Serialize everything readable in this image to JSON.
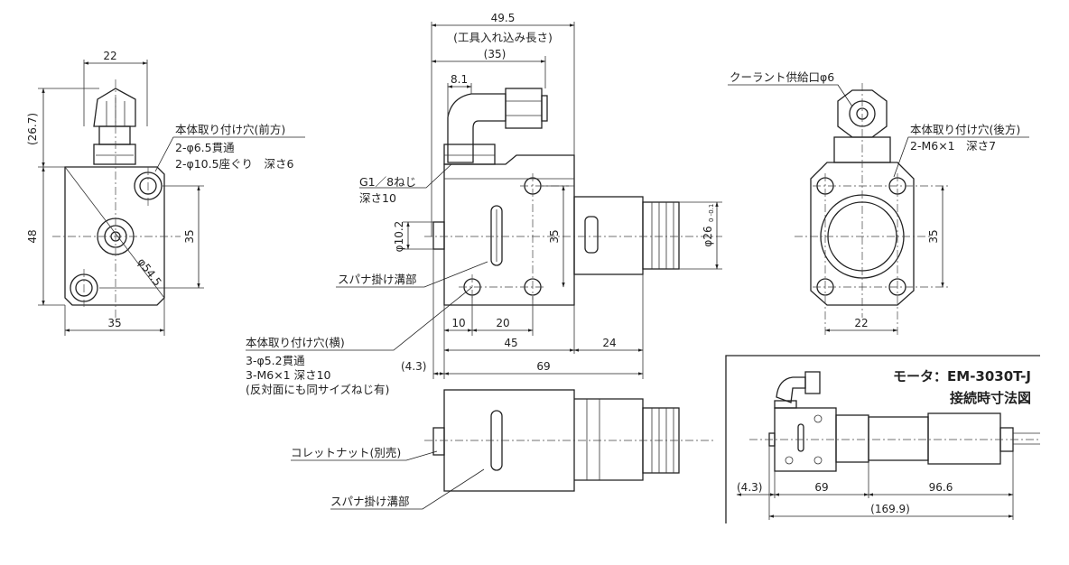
{
  "front_view": {
    "width_top": "22",
    "height_top": "(26.7)",
    "height_body": "48",
    "bolt_pitch_v": "35",
    "bolt_pitch_h": "35",
    "diagonal": "φ54.5",
    "note_title": "本体取り付け穴(前方)",
    "note_line1": "2-φ6.5貫通",
    "note_line2": "2-φ10.5座ぐり　深さ6"
  },
  "side_view": {
    "tool_insert_length": "49.5",
    "tool_insert_label": "(工具入れ込み長さ)",
    "dim_35_paren": "(35)",
    "dim_8_1": "8.1",
    "thread_label": "G1／8ねじ",
    "thread_depth": "深さ10",
    "shaft_dia": "φ10.2",
    "height_35": "35",
    "nose_dia": "φ26",
    "nose_tol": "0\n-0.1",
    "spanner_label": "スパナ掛け溝部",
    "dim_10": "10",
    "dim_20": "20",
    "dim_45": "45",
    "dim_24": "24",
    "dim_4_3": "(4.3)",
    "dim_69": "69",
    "hole_title": "本体取り付け穴(横)",
    "hole_line1": "3-φ5.2貫通",
    "hole_line2": "3-M6×1 深さ10",
    "hole_line3": "(反対面にも同サイズねじ有)"
  },
  "rear_view": {
    "coolant_label": "クーラント供給口φ6",
    "note_title": "本体取り付け穴(後方)",
    "note_line1": "2-M6×1　深さ7",
    "height_35": "35",
    "width_22": "22"
  },
  "bottom_view": {
    "collet_label": "コレットナット(別売)",
    "spanner_label": "スパナ掛け溝部"
  },
  "inset": {
    "title_line1": "モータ：EM-3030T-J",
    "title_line2": "接続時寸法図",
    "dim_4_3": "(4.3)",
    "dim_69": "69",
    "dim_96_6": "96.6",
    "dim_169_9": "(169.9)"
  }
}
